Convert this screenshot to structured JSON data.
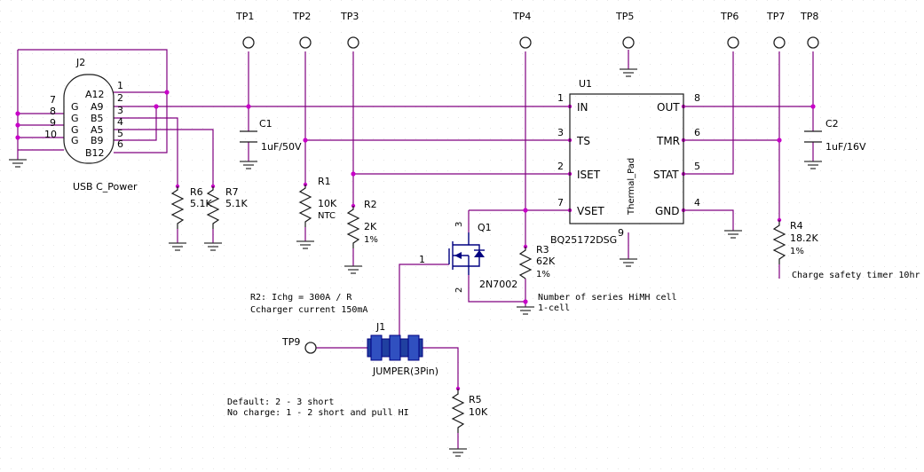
{
  "test_points": [
    {
      "name": "TP1"
    },
    {
      "name": "TP2"
    },
    {
      "name": "TP3"
    },
    {
      "name": "TP4"
    },
    {
      "name": "TP5"
    },
    {
      "name": "TP6"
    },
    {
      "name": "TP7"
    },
    {
      "name": "TP8"
    },
    {
      "name": "TP9"
    }
  ],
  "connector": {
    "ref": "J2",
    "value": "USB C_Power",
    "pins_left": [
      "A12",
      "A9",
      "B5",
      "A5",
      "B9",
      "B12"
    ],
    "pins_right": [
      "1",
      "2",
      "3",
      "4",
      "5",
      "6"
    ],
    "gnd_pins": [
      "7",
      "8",
      "9",
      "10"
    ],
    "gnd_label": "G"
  },
  "ic": {
    "ref": "U1",
    "part": "BQ25172DSG",
    "pad": "Thermal_Pad",
    "pad_pin": "9",
    "pins": [
      {
        "num": "1",
        "name": "IN"
      },
      {
        "num": "3",
        "name": "TS"
      },
      {
        "num": "2",
        "name": "ISET"
      },
      {
        "num": "7",
        "name": "VSET"
      },
      {
        "num": "8",
        "name": "OUT"
      },
      {
        "num": "6",
        "name": "TMR"
      },
      {
        "num": "5",
        "name": "STAT"
      },
      {
        "num": "4",
        "name": "GND"
      }
    ]
  },
  "parts": {
    "c1": {
      "ref": "C1",
      "value": "1uF/50V"
    },
    "c2": {
      "ref": "C2",
      "value": "1uF/16V"
    },
    "r1": {
      "ref": "R1",
      "value": "10K",
      "extra": "NTC"
    },
    "r2": {
      "ref": "R2",
      "value": "2K",
      "extra": "1%"
    },
    "r3": {
      "ref": "R3",
      "value": "62K",
      "extra": "1%"
    },
    "r4": {
      "ref": "R4",
      "value": "18.2K",
      "extra": "1%"
    },
    "r5": {
      "ref": "R5",
      "value": "10K"
    },
    "r6": {
      "ref": "R6",
      "value": "5.1K"
    },
    "r7": {
      "ref": "R7",
      "value": "5.1K"
    },
    "q1": {
      "ref": "Q1",
      "value": "2N7002",
      "pin_gate": "1",
      "pin_drain": "3",
      "pin_source": "2"
    },
    "j1": {
      "ref": "J1",
      "value": "JUMPER(3Pin)"
    }
  },
  "notes": {
    "r2_formula": "R2: Ichg = 300A / R",
    "charger_current": "Ccharger current 150mA",
    "series_cells": "Number of series HiMH cell",
    "cell_count": "1-cell",
    "timer": "Charge safety timer 10hr",
    "default": "Default: 2 - 3 short",
    "no_charge": "No charge: 1 - 2 short and pull HI"
  }
}
